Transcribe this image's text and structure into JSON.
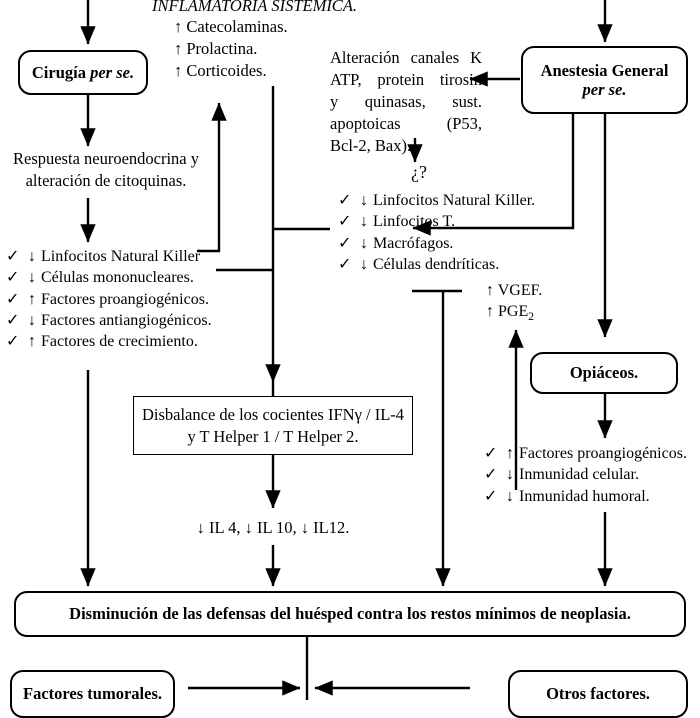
{
  "diagram": {
    "title_fragment": "INFLAMATORIA SISTEMICA.",
    "arrow_up": "↑",
    "arrow_down": "↓",
    "check": "✓",
    "question": "¿?"
  },
  "nodes": {
    "cirugia": {
      "line1": "Cirugía ",
      "line2": "per se."
    },
    "anestesia": {
      "line1": "Anestesia General",
      "line2": "per se."
    },
    "opiaceos": {
      "label": "Opiáceos."
    },
    "disbalance": {
      "line1": "Disbalance de los cocientes IFNγ / IL-4",
      "line2": "y T Helper 1 / T Helper 2."
    },
    "disminucion": {
      "label": "Disminución de las defensas del huésped contra los restos mínimos de neoplasia."
    },
    "factores_tumorales": {
      "label": "Factores tumorales."
    },
    "otros_factores": {
      "label": "Otros factores."
    }
  },
  "texts": {
    "inflamatoria": {
      "heading": "INFLAMATORIA SISTEMICA.",
      "items": [
        "Catecolaminas.",
        "Prolactina.",
        "Corticoides."
      ]
    },
    "alteracion": {
      "lines": [
        "Alteración canales K",
        "ATP,  protein tirosin",
        "y    quinasas,    sust.",
        "apoptoicas        (P53,",
        "Bcl-2, Bax)."
      ],
      "question": "¿?"
    },
    "respuesta": {
      "line1": "Respuesta neuroendocrina y",
      "line2": "alteración de citoquinas."
    },
    "il_line": "↓ IL 4, ↓ IL 10, ↓ IL12.",
    "vgef": {
      "line1": "↑ VGEF.",
      "line2_pre": "↑ PGE",
      "line2_sub": "2"
    }
  },
  "lists": {
    "left_effects": [
      {
        "dir": "↓",
        "text": "Linfocitos Natural Killer"
      },
      {
        "dir": "↓",
        "text": "Células mononucleares."
      },
      {
        "dir": "↑",
        "text": "Factores proangiogénicos."
      },
      {
        "dir": "↓",
        "text": "Factores antiangiogénicos."
      },
      {
        "dir": "↑",
        "text": "Factores de crecimiento."
      }
    ],
    "center_effects": [
      {
        "dir": "↓",
        "text": "Linfocitos Natural Killer."
      },
      {
        "dir": "↓",
        "text": "Linfocitos T."
      },
      {
        "dir": "↓",
        "text": "Macrófagos."
      },
      {
        "dir": "↓",
        "text": "Células dendríticas."
      }
    ],
    "opioid_effects": [
      {
        "dir": "↑",
        "text": "Factores proangiogénicos."
      },
      {
        "dir": "↓",
        "text": "Inmunidad celular."
      },
      {
        "dir": "↓",
        "text": "Inmunidad humoral."
      }
    ]
  },
  "colors": {
    "ink": "#000000",
    "paper": "#ffffff"
  }
}
